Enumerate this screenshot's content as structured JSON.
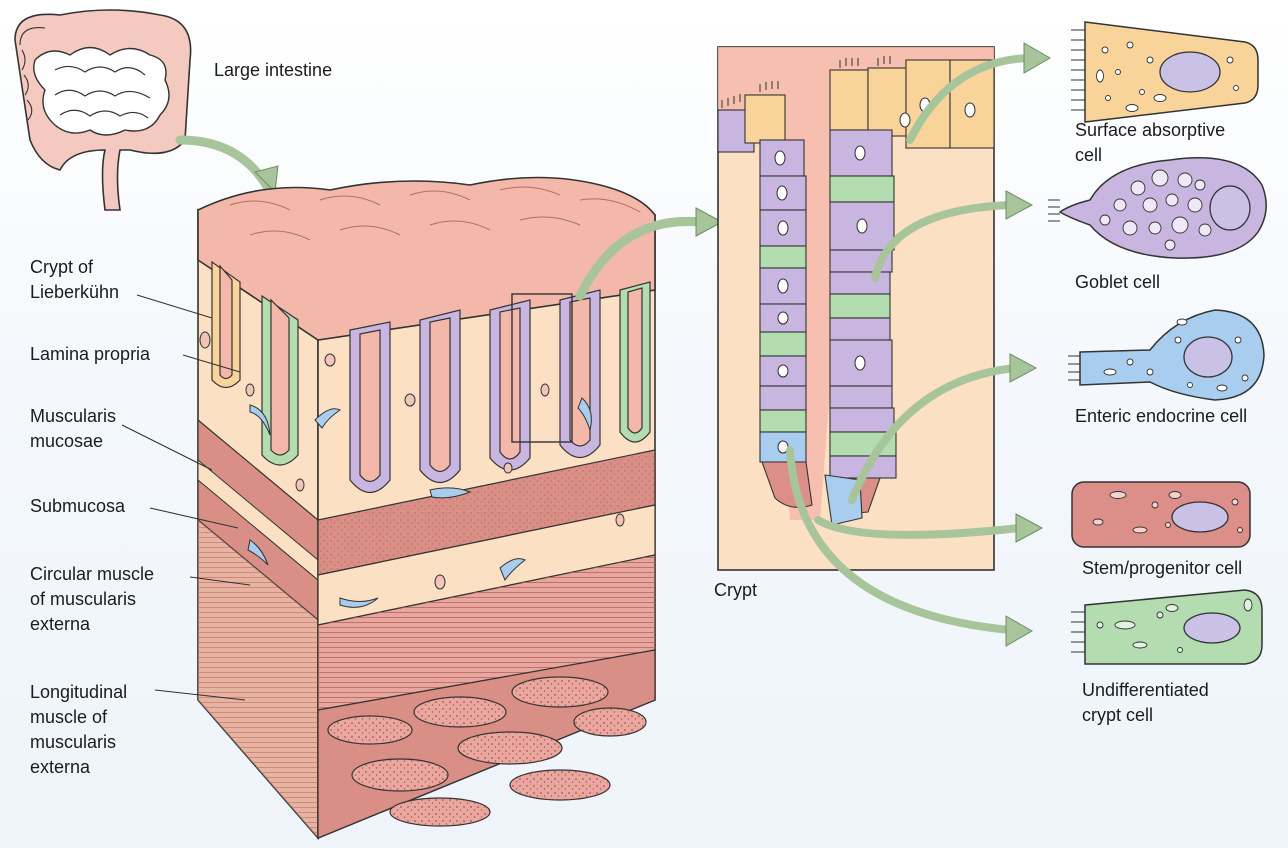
{
  "labels": {
    "large_intestine": "Large intestine",
    "crypt_of_lieberkuhn": "Crypt of\nLieberkühn",
    "lamina_propria": "Lamina propria",
    "muscularis_mucosae": "Muscularis\nmucosae",
    "submucosa": "Submucosa",
    "circular_muscle": "Circular muscle\nof muscularis\nexterna",
    "longitudinal_muscle": "Longitudinal\nmuscle of\nmuscularis\nexterna",
    "crypt": "Crypt",
    "surface_absorptive_cell": "Surface absorptive\ncell",
    "goblet_cell": "Goblet cell",
    "enteric_endocrine_cell": "Enteric endocrine cell",
    "stem_progenitor_cell": "Stem/progenitor cell",
    "undifferentiated_crypt_cell": "Undifferentiated\ncrypt cell"
  },
  "colors": {
    "surface_absorptive": "#f9d49a",
    "goblet": "#c9b6e0",
    "enteric_endocrine": "#a9cdee",
    "stem_progenitor": "#dc8e88",
    "undifferentiated": "#b3dcb1",
    "mucosa": "#f4b8ab",
    "lamina": "#fbe0c4",
    "muscle": "#d98f86",
    "arrow": "#a8c49a"
  }
}
